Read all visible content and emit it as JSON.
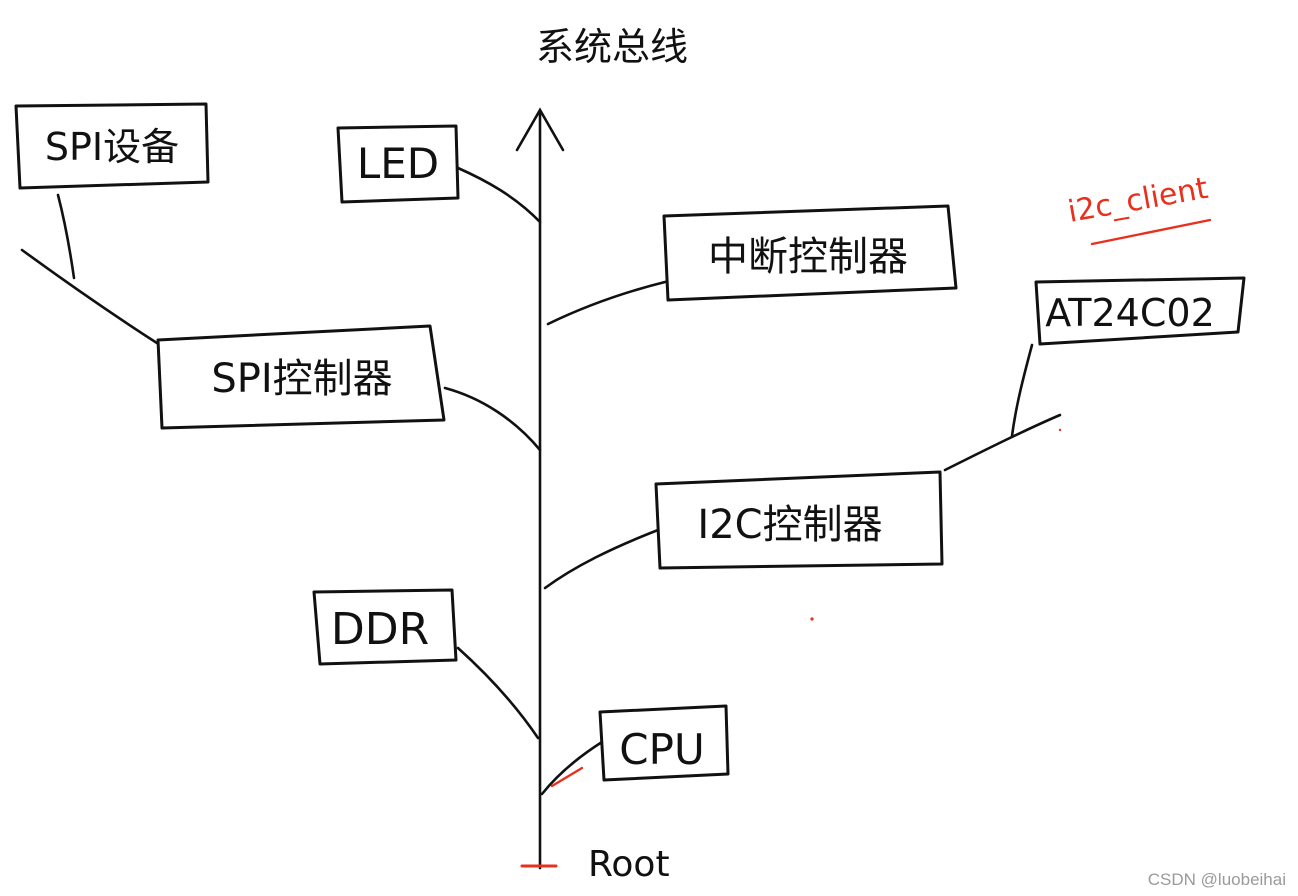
{
  "bus_label": "系统总线",
  "root_label": "Root",
  "annotation": "i2c_client",
  "watermark": "CSDN @luobeihai",
  "colors": {
    "ink": "#111111",
    "annotation": "#e8301c",
    "watermark": "#9a9a9a"
  },
  "nodes": {
    "spi_device": "SPI设备",
    "led": "LED",
    "interrupt_controller": "中断控制器",
    "spi_controller": "SPI控制器",
    "at24c02": "AT24C02",
    "i2c_controller": "I2C控制器",
    "ddr": "DDR",
    "cpu": "CPU"
  }
}
